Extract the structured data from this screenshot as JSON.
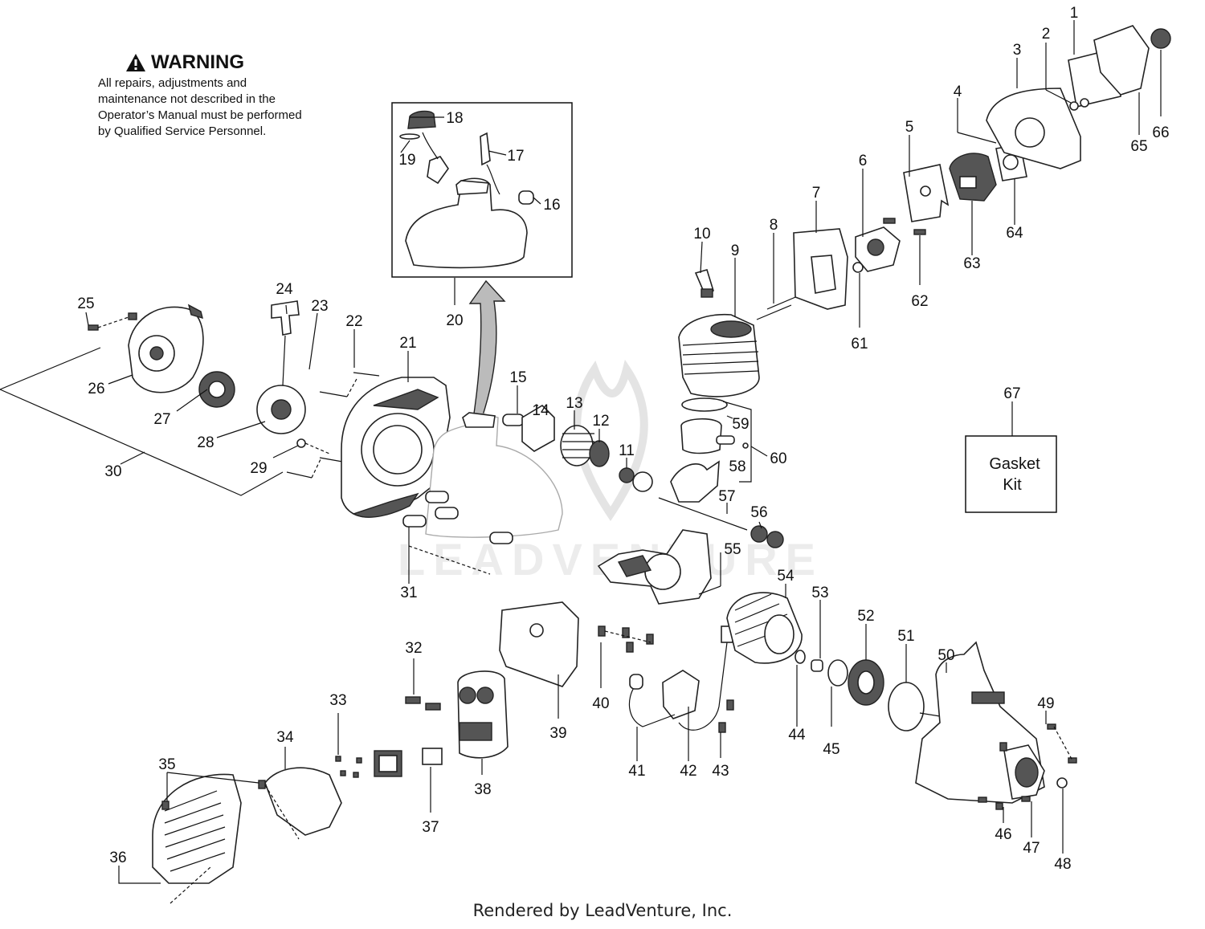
{
  "warning": {
    "title": "WARNING",
    "text": "All repairs, adjustments and maintenance not described in the Operator’s Manual must be performed by Qualified Service Personnel."
  },
  "gasket_kit": {
    "line1": "Gasket",
    "line2": "Kit",
    "number": "67"
  },
  "watermark": "LEADVENTURE",
  "footer": "Rendered by LeadVenture, Inc.",
  "callouts": {
    "n1": "1",
    "n2": "2",
    "n3": "3",
    "n4": "4",
    "n5": "5",
    "n6": "6",
    "n7": "7",
    "n8": "8",
    "n9": "9",
    "n10": "10",
    "n11": "11",
    "n12": "12",
    "n13": "13",
    "n14": "14",
    "n15": "15",
    "n16": "16",
    "n17": "17",
    "n18": "18",
    "n19": "19",
    "n20": "20",
    "n21": "21",
    "n22": "22",
    "n23": "23",
    "n24": "24",
    "n25": "25",
    "n26": "26",
    "n27": "27",
    "n28": "28",
    "n29": "29",
    "n30": "30",
    "n31": "31",
    "n32": "32",
    "n33": "33",
    "n34": "34",
    "n35": "35",
    "n36": "36",
    "n37": "37",
    "n38": "38",
    "n39": "39",
    "n40": "40",
    "n41": "41",
    "n42": "42",
    "n43": "43",
    "n44": "44",
    "n45": "45",
    "n46": "46",
    "n47": "47",
    "n48": "48",
    "n49": "49",
    "n50": "50",
    "n51": "51",
    "n52": "52",
    "n53": "53",
    "n54": "54",
    "n55": "55",
    "n56": "56",
    "n57": "57",
    "n58": "58",
    "n59": "59",
    "n60": "60",
    "n61": "61",
    "n62": "62",
    "n63": "63",
    "n64": "64",
    "n65": "65",
    "n66": "66"
  }
}
